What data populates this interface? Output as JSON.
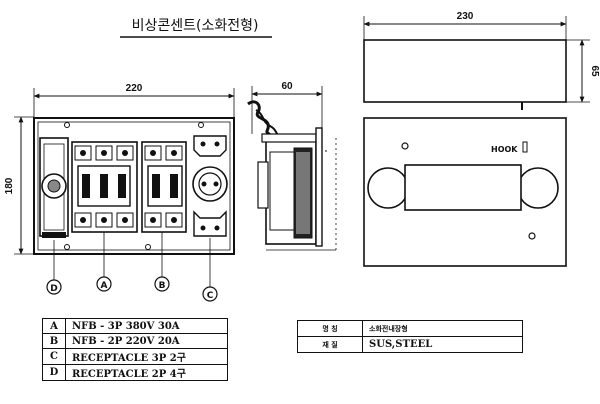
{
  "title": "비상콘센트(소화전형)",
  "dimensions": {
    "front_width": "220",
    "front_height": "180",
    "side_depth": "60",
    "right_width": "230",
    "right_depth": "65"
  },
  "hook_label": "HOOK",
  "callouts": [
    "D",
    "A",
    "B",
    "C"
  ],
  "legend": [
    {
      "key": "A",
      "text": "NFB - 3P 380V 30A"
    },
    {
      "key": "B",
      "text": "NFB - 2P 220V 20A"
    },
    {
      "key": "C",
      "text": "RECEPTACLE 3P 2구"
    },
    {
      "key": "D",
      "text": "RECEPTACLE 2P 4구"
    }
  ],
  "spec": [
    {
      "key": "명 칭",
      "value": "소화전내장형"
    },
    {
      "key": "재 질",
      "value": "SUS,STEEL"
    }
  ]
}
